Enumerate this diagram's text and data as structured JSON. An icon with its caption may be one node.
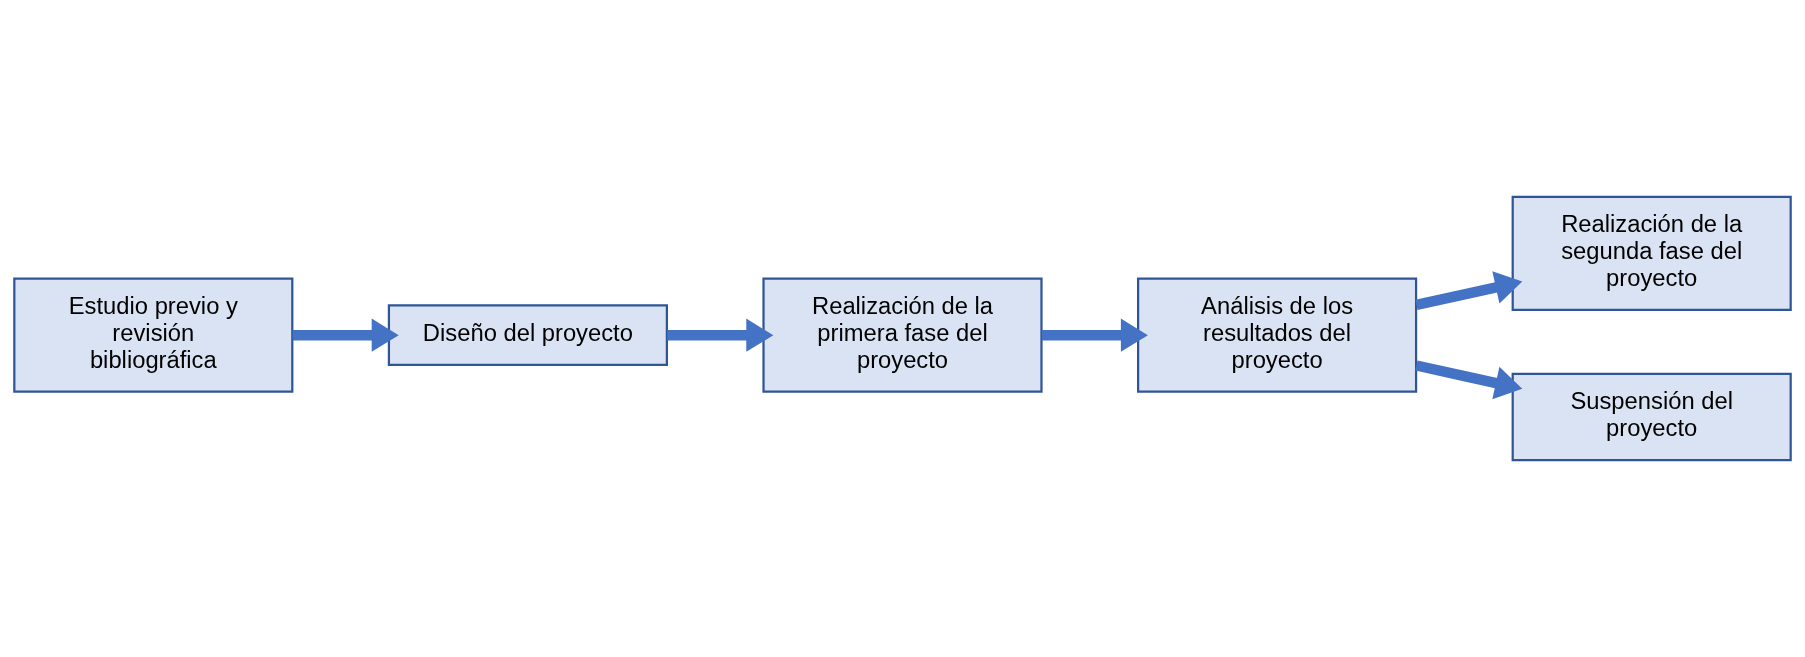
{
  "diagram": {
    "nodes": [
      {
        "text": [
          "Estudio previo y revisión bibliográfica"
        ]
      },
      {
        "text": [
          "Diseño del proyecto"
        ]
      },
      {
        "text": [
          "Realización de la primera fase del proyecto"
        ]
      },
      {
        "text": [
          "Análisis de los resultados del proyecto"
        ]
      },
      {
        "text": [
          "Realización de la segunda fase del proyecto"
        ]
      },
      {
        "text": [
          "Suspensión del proyecto"
        ]
      }
    ],
    "edges": [
      {
        "from": 0,
        "to": 1,
        "arrow": "to"
      },
      {
        "from": 1,
        "to": 2,
        "arrow": "to"
      },
      {
        "from": 2,
        "to": 3,
        "arrow": "to"
      },
      {
        "from": 3,
        "to": 4,
        "arrow": "to"
      },
      {
        "from": 3,
        "to": 5,
        "arrow": "to"
      }
    ]
  }
}
